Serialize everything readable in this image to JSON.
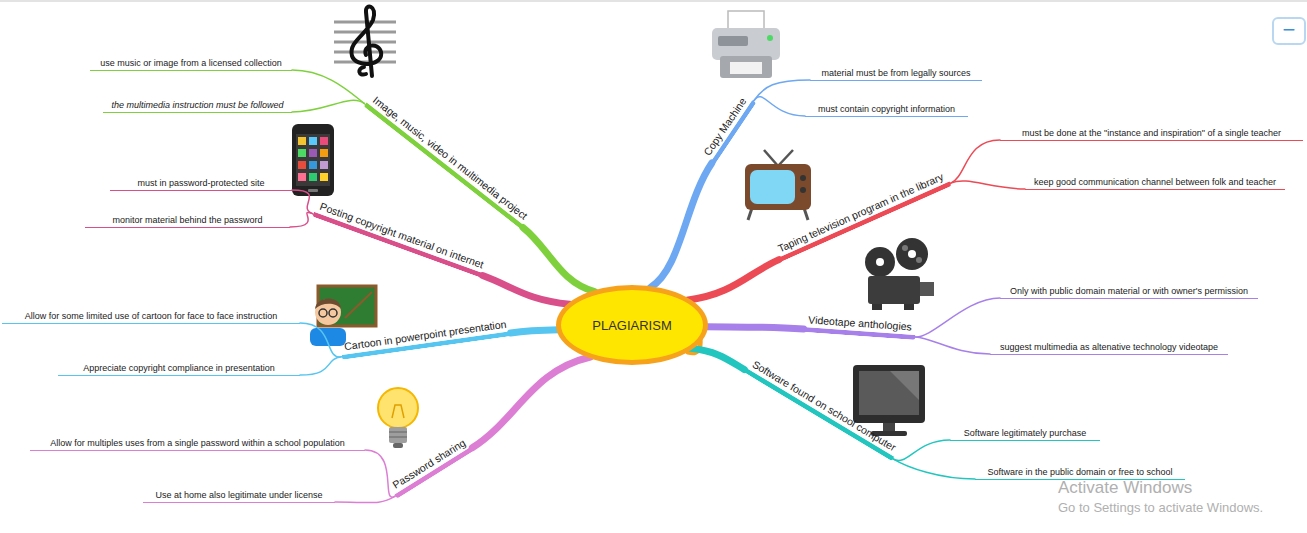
{
  "diagram": {
    "nodes": [
      {
        "text": [
          "PLAGIARISM"
        ]
      },
      {
        "text": [
          "Image, music, video in multimedia project"
        ]
      },
      {
        "text": [
          "use music or image from a licensed collection"
        ]
      },
      {
        "text": [
          "the multimedia instruction must be followed"
        ]
      },
      {
        "text": [
          "Posting copyright material on internet"
        ]
      },
      {
        "text": [
          "must in password-protected site"
        ]
      },
      {
        "text": [
          "monitor material behind the password"
        ]
      },
      {
        "text": [
          "Cartoon in powerpoint presentation"
        ]
      },
      {
        "text": [
          "Allow for some limited use of cartoon for face to face instruction"
        ]
      },
      {
        "text": [
          "Appreciate copyright compliance in presentation"
        ]
      },
      {
        "text": [
          "Password sharing"
        ]
      },
      {
        "text": [
          "Allow for multiples uses from a single password within a school population"
        ]
      },
      {
        "text": [
          "Use at home also legitimate under license"
        ]
      },
      {
        "text": [
          "Copy Machine"
        ]
      },
      {
        "text": [
          "material must be from legally sources"
        ]
      },
      {
        "text": [
          "must contain copyright information"
        ]
      },
      {
        "text": [
          "Taping television program in the library"
        ]
      },
      {
        "text": [
          "must be done at the \"instance and inspiration\" of a single teacher"
        ]
      },
      {
        "text": [
          "keep good communication channel between folk and teacher"
        ]
      },
      {
        "text": [
          "Videotape anthologies"
        ]
      },
      {
        "text": [
          "Only with public domain material or with owner's permission"
        ]
      },
      {
        "text": [
          "suggest multimedia as altenative technology videotape"
        ]
      },
      {
        "text": [
          "Software found on school computer"
        ]
      },
      {
        "text": [
          "Software legitimately purchase"
        ]
      },
      {
        "text": [
          "Software in the public domain or free to school"
        ]
      }
    ],
    "edges": [
      {
        "from": 0,
        "to": 1,
        "arrow": "none"
      },
      {
        "from": 1,
        "to": 2,
        "arrow": "none"
      },
      {
        "from": 1,
        "to": 3,
        "arrow": "none"
      },
      {
        "from": 0,
        "to": 4,
        "arrow": "none"
      },
      {
        "from": 4,
        "to": 5,
        "arrow": "none"
      },
      {
        "from": 4,
        "to": 6,
        "arrow": "none"
      },
      {
        "from": 0,
        "to": 7,
        "arrow": "none"
      },
      {
        "from": 7,
        "to": 8,
        "arrow": "none"
      },
      {
        "from": 7,
        "to": 9,
        "arrow": "none"
      },
      {
        "from": 0,
        "to": 10,
        "arrow": "none"
      },
      {
        "from": 10,
        "to": 11,
        "arrow": "none"
      },
      {
        "from": 10,
        "to": 12,
        "arrow": "none"
      },
      {
        "from": 0,
        "to": 13,
        "arrow": "none"
      },
      {
        "from": 13,
        "to": 14,
        "arrow": "none"
      },
      {
        "from": 13,
        "to": 15,
        "arrow": "none"
      },
      {
        "from": 0,
        "to": 16,
        "arrow": "none"
      },
      {
        "from": 16,
        "to": 17,
        "arrow": "none"
      },
      {
        "from": 16,
        "to": 18,
        "arrow": "none"
      },
      {
        "from": 0,
        "to": 19,
        "arrow": "none"
      },
      {
        "from": 19,
        "to": 20,
        "arrow": "none"
      },
      {
        "from": 19,
        "to": 21,
        "arrow": "none"
      },
      {
        "from": 0,
        "to": 22,
        "arrow": "none"
      },
      {
        "from": 22,
        "to": 23,
        "arrow": "none"
      },
      {
        "from": 22,
        "to": 24,
        "arrow": "none"
      }
    ],
    "labels": [
      "−",
      "Activate Windows",
      "Go to Settings to activate Windows."
    ]
  }
}
